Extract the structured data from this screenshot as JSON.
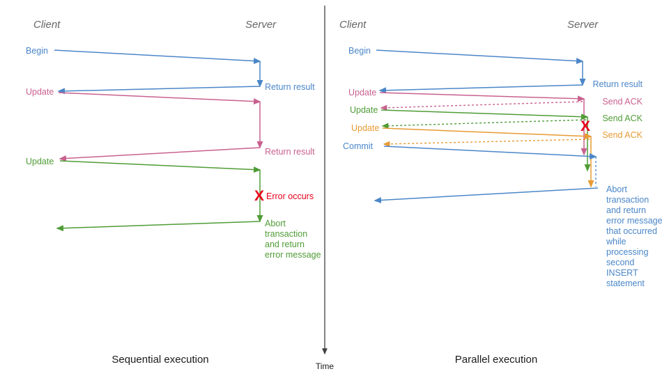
{
  "diagram": {
    "title_hidden": "",
    "colors": {
      "blue": "#4a86c8",
      "blue_light": "#8fb9e0",
      "pink": "#c9618f",
      "pink_light": "#dda2bd",
      "green": "#4f9c36",
      "green_light": "#97c985",
      "orange": "#e89a33",
      "orange_light": "#f2c189",
      "red": "#e8001c",
      "header_gray": "#666666",
      "caption_black": "#1a1a1a",
      "axis_gray": "#404040"
    },
    "time_axis": {
      "label": "Time",
      "name": "time-axis"
    },
    "left": {
      "caption": "Sequential execution",
      "actors": {
        "client": "Client",
        "server": "Server"
      },
      "client_labels": [
        {
          "text": "Begin",
          "color": "blue"
        },
        {
          "text": "Update",
          "color": "pink"
        },
        {
          "text": "Update",
          "color": "green"
        }
      ],
      "server_labels": [
        {
          "text": "Return result",
          "color": "blue"
        },
        {
          "text": "Return result",
          "color": "pink"
        },
        {
          "text": "Error occurs",
          "color": "red"
        }
      ],
      "error_marker": "X",
      "abort_text": [
        "Abort",
        "transaction",
        "and return",
        "error message"
      ],
      "abort_color": "green"
    },
    "right": {
      "caption": "Parallel execution",
      "actors": {
        "client": "Client",
        "server": "Server"
      },
      "client_labels": [
        {
          "text": "Begin",
          "color": "blue"
        },
        {
          "text": "Update",
          "color": "pink"
        },
        {
          "text": "Update",
          "color": "green"
        },
        {
          "text": "Update",
          "color": "orange"
        },
        {
          "text": "Commit",
          "color": "blue"
        }
      ],
      "server_labels": [
        {
          "text": "Return result",
          "color": "blue"
        },
        {
          "text": "Send ACK",
          "color": "pink"
        },
        {
          "text": "Send ACK",
          "color": "green"
        },
        {
          "text": "Send ACK",
          "color": "orange"
        }
      ],
      "error_marker": "X",
      "abort_text": [
        "Abort",
        "transaction",
        "and return",
        "error message",
        "that occurred",
        "while",
        "processing",
        "second",
        "INSERT",
        "statement"
      ],
      "abort_color": "blue"
    }
  }
}
